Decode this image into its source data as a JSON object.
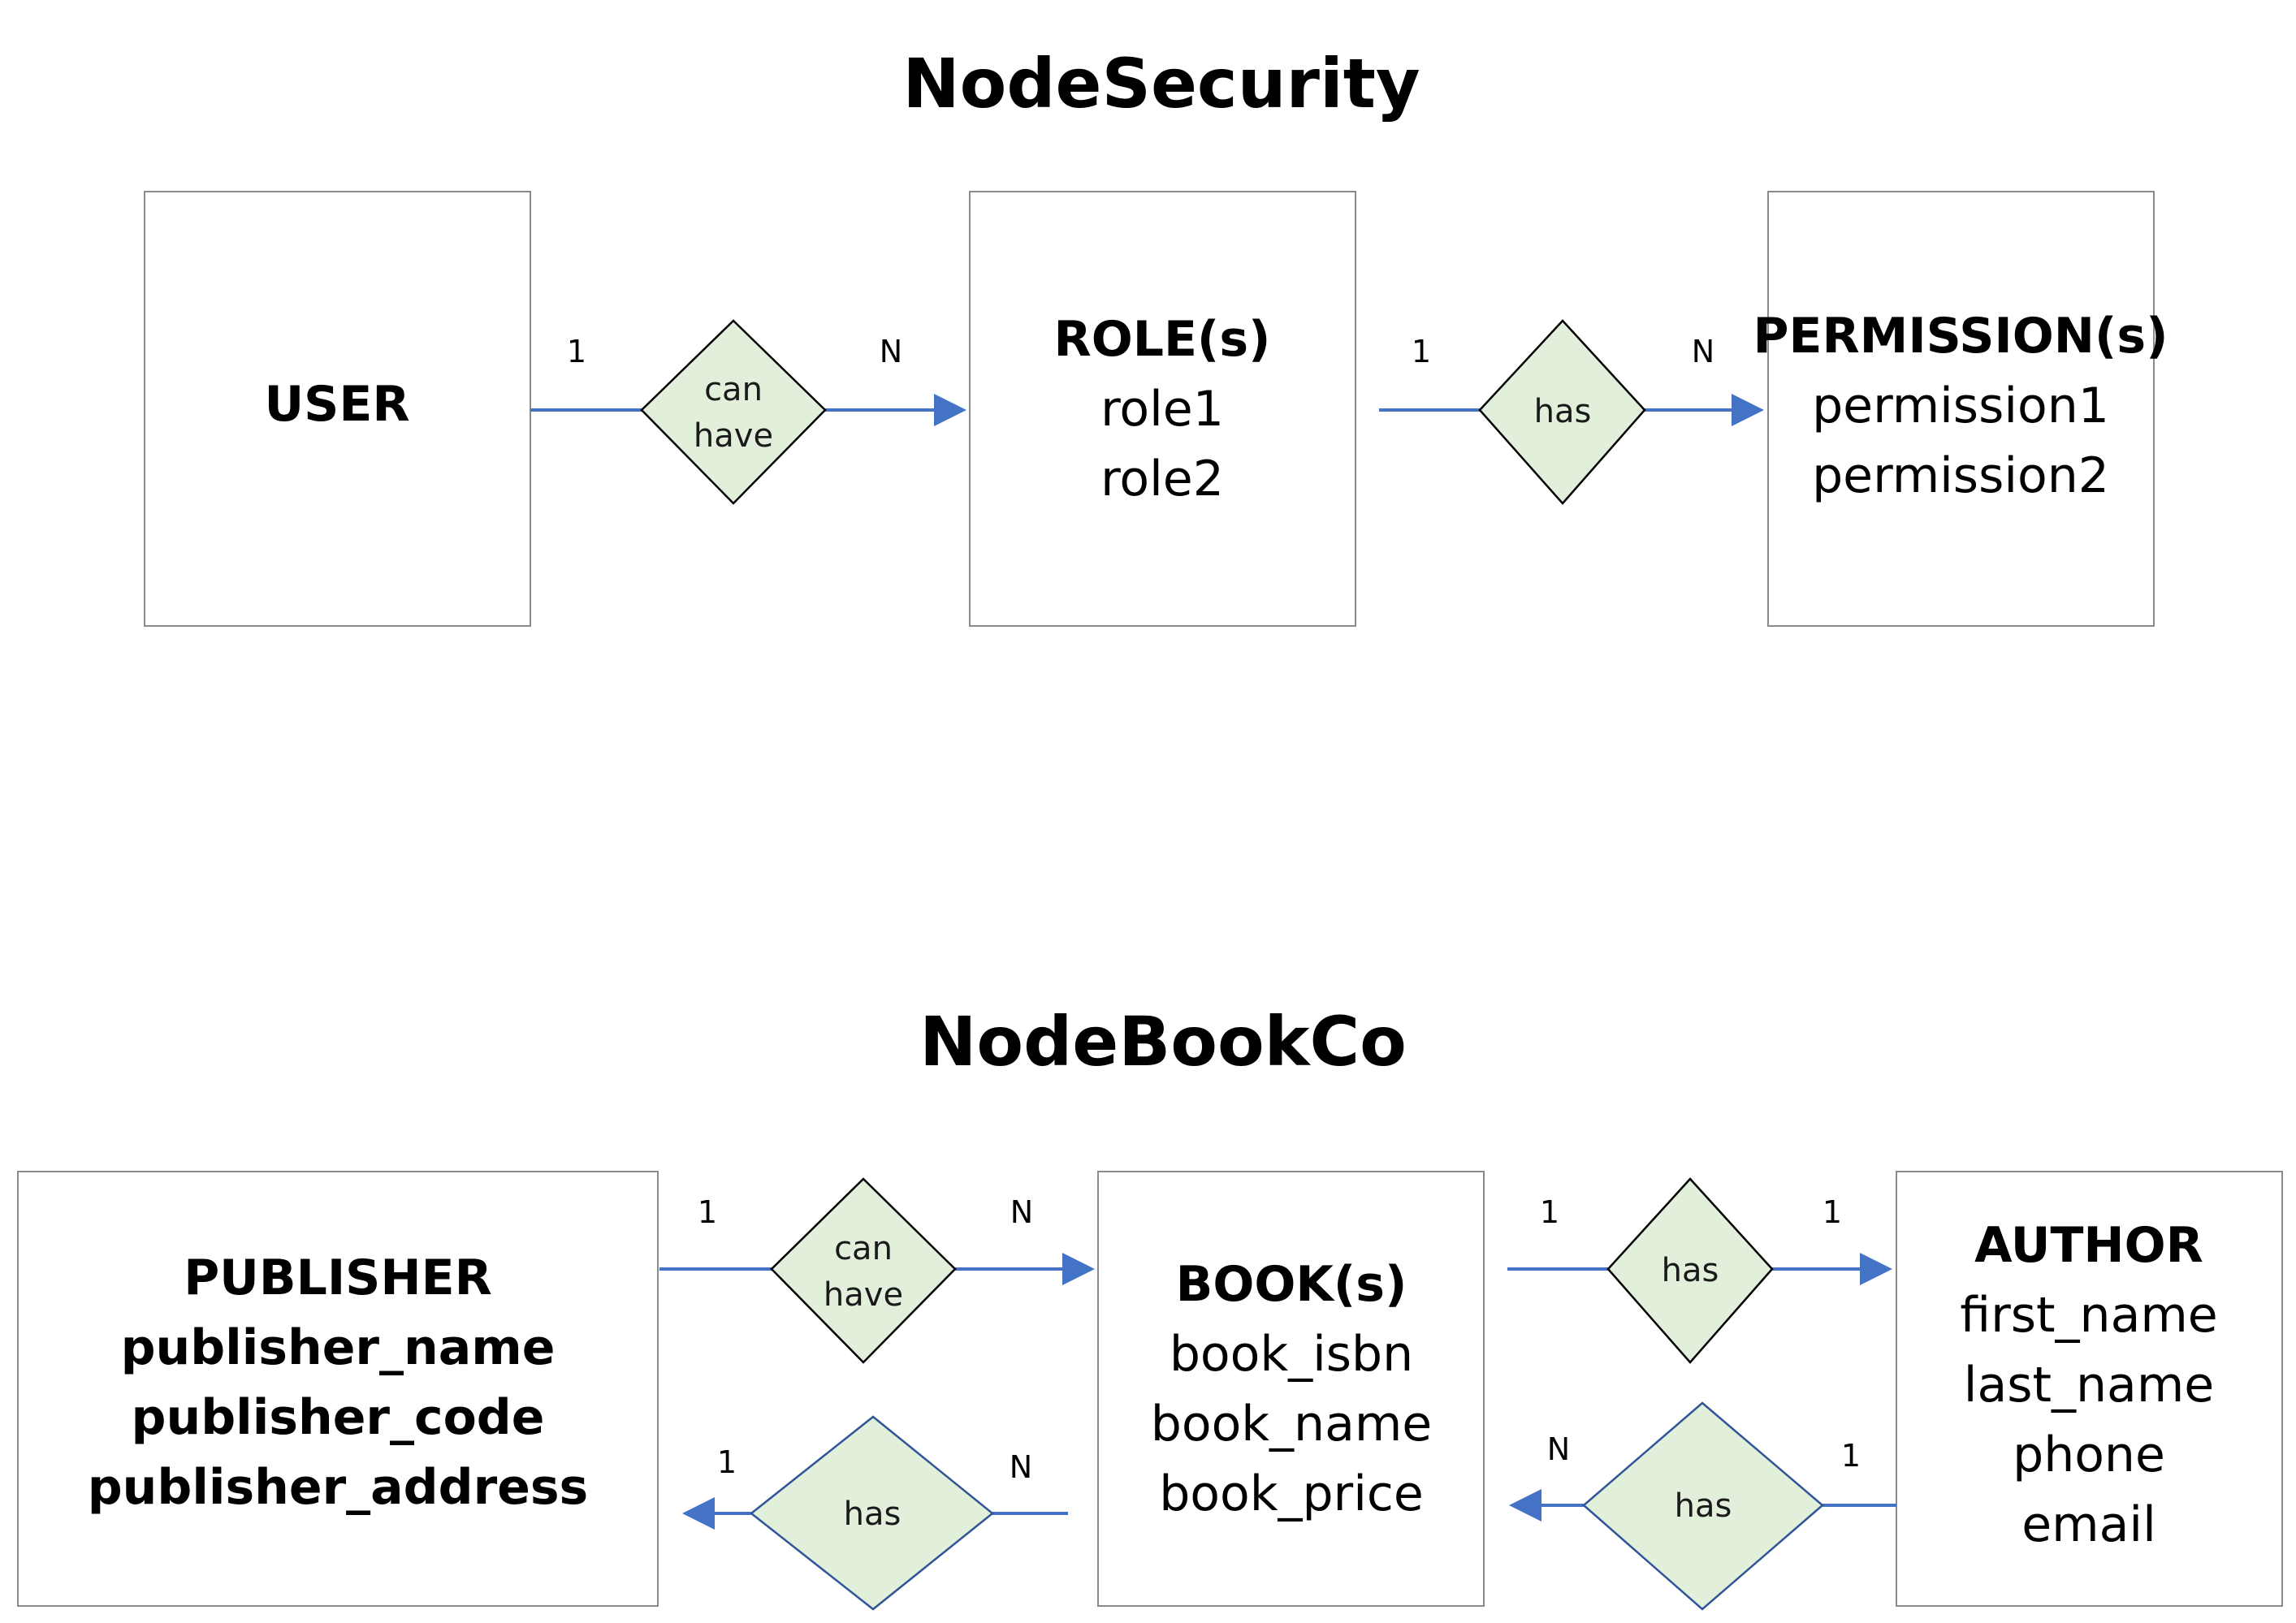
{
  "diagrams": [
    {
      "title": "NodeSecurity",
      "entities": [
        {
          "title": "USER",
          "attributes": []
        },
        {
          "title": "ROLE(s)",
          "attributes": [
            "role1",
            "role2"
          ]
        },
        {
          "title": "PERMISSION(s)",
          "attributes": [
            "permission1",
            "permission2"
          ]
        }
      ],
      "relationships": [
        {
          "label_lines": [
            "can",
            "have"
          ],
          "from": "USER",
          "to": "ROLE(s)",
          "card_from": "1",
          "card_to": "N"
        },
        {
          "label_lines": [
            "has"
          ],
          "from": "ROLE(s)",
          "to": "PERMISSION(s)",
          "card_from": "1",
          "card_to": "N"
        }
      ]
    },
    {
      "title": "NodeBookCo",
      "entities": [
        {
          "title": "PUBLISHER",
          "attributes": [
            "publisher_name",
            "publisher_code",
            "publisher_address"
          ]
        },
        {
          "title": "BOOK(s)",
          "attributes": [
            "book_isbn",
            "book_name",
            "book_price"
          ]
        },
        {
          "title": "AUTHOR",
          "attributes": [
            "first_name",
            "last_name",
            "phone",
            "email"
          ]
        }
      ],
      "relationships": [
        {
          "label_lines": [
            "can",
            "have"
          ],
          "from": "PUBLISHER",
          "to": "BOOK(s)",
          "card_from": "1",
          "card_to": "N"
        },
        {
          "label_lines": [
            "has"
          ],
          "from": "BOOK(s)",
          "to": "AUTHOR",
          "card_from": "1",
          "card_to": "1"
        },
        {
          "label_lines": [
            "has"
          ],
          "from": "BOOK(s)",
          "to": "PUBLISHER",
          "card_from": "N",
          "card_to": "1"
        },
        {
          "label_lines": [
            "has"
          ],
          "from": "AUTHOR",
          "to": "BOOK(s)",
          "card_from": "1",
          "card_to": "N"
        }
      ]
    }
  ],
  "colors": {
    "connector": "#4472c4",
    "relationship_fill": "#e2efda",
    "entity_border": "#8a8a8a"
  }
}
